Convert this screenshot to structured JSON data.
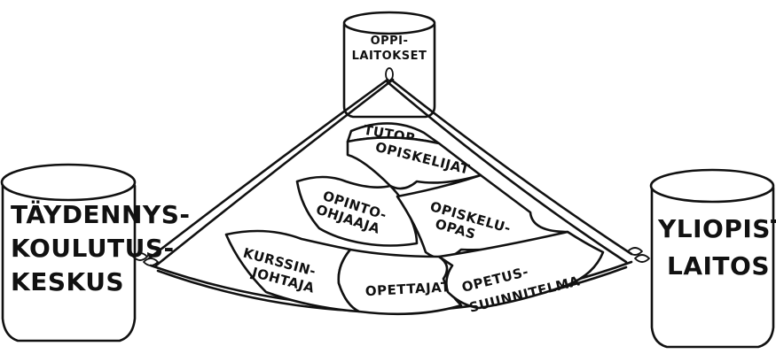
{
  "posts": {
    "top": {
      "lines": [
        "OPPI-",
        "LAITOKSET"
      ]
    },
    "left": {
      "lines": [
        "TÄYDENNYS-",
        "KOULUTUS-",
        "KESKUS"
      ]
    },
    "right": {
      "lines": [
        "YLIOPISTON",
        "LAITOS"
      ]
    }
  },
  "tiles": {
    "tutor": {
      "lines": [
        "TUTOR"
      ]
    },
    "opiskelijat": {
      "lines": [
        "OPISKELIJAT"
      ]
    },
    "opintoohjaaja": {
      "lines": [
        "OPINTO-",
        "OHJAAJA"
      ]
    },
    "opiskeluopas": {
      "lines": [
        "OPISKELU-",
        "OPAS"
      ]
    },
    "kurssinjohtaja": {
      "lines": [
        "KURSSIN-",
        "JOHTAJA"
      ]
    },
    "opettajat": {
      "lines": [
        "OPETTAJAT"
      ]
    },
    "opetussuunnitelma": {
      "lines": [
        "OPETUS-",
        "SUUNNITELMA"
      ]
    }
  }
}
